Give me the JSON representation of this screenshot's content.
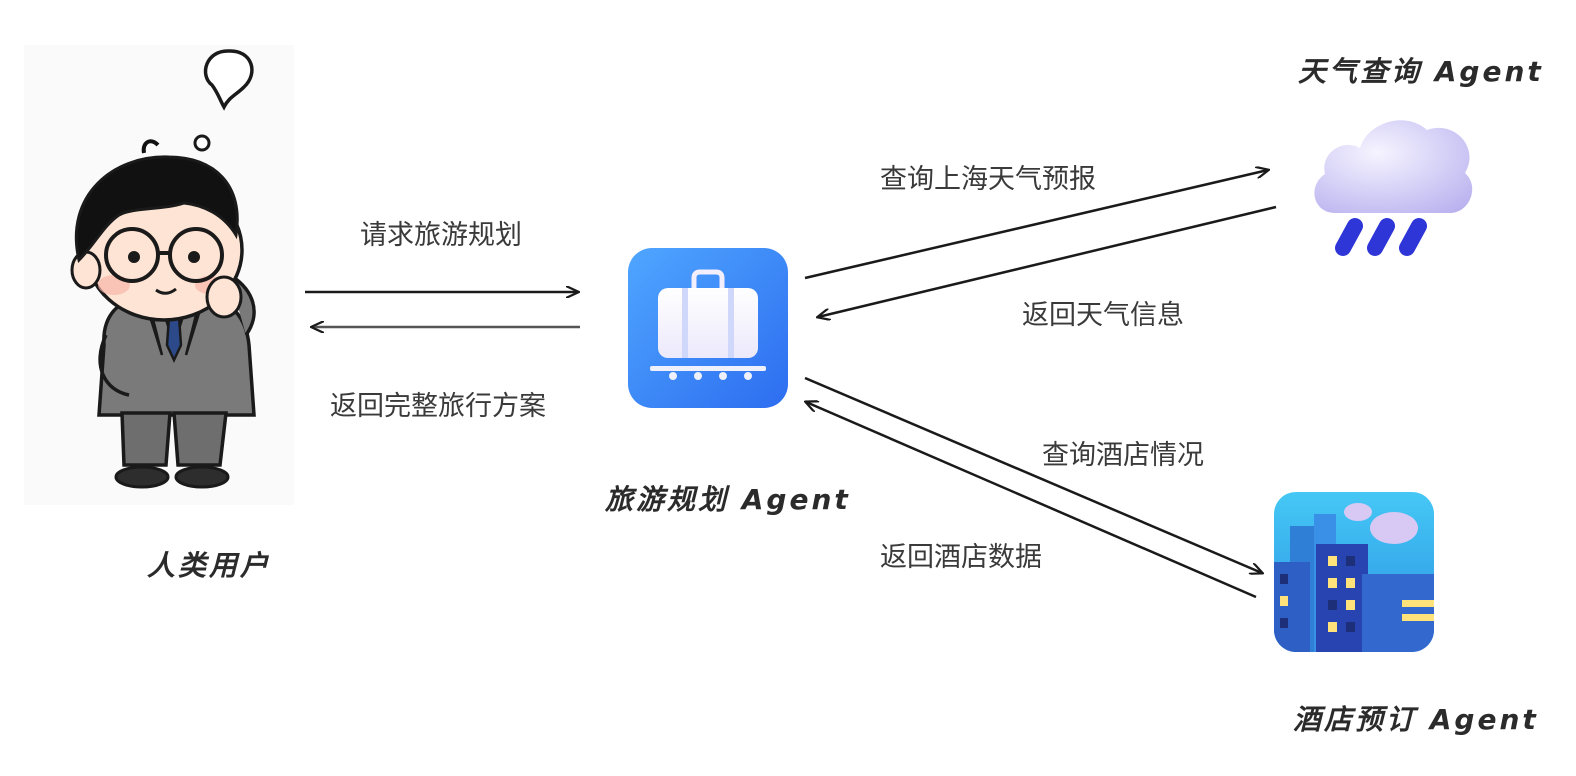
{
  "nodes": {
    "user": {
      "label": "人类用户"
    },
    "planner": {
      "label": "旅游规划 Agent"
    },
    "weather": {
      "label": "天气查询 Agent"
    },
    "hotel": {
      "label": "酒店预订 Agent"
    }
  },
  "edges": {
    "user_to_planner": "请求旅游规划",
    "planner_to_user": "返回完整旅行方案",
    "planner_to_weather": "查询上海天气预报",
    "weather_to_planner": "返回天气信息",
    "planner_to_hotel": "查询酒店情况",
    "hotel_to_planner": "返回酒店数据"
  },
  "icons": {
    "user": "thinking-person-illustration",
    "planner": "luggage-icon",
    "weather": "rain-cloud-icon",
    "hotel": "city-buildings-icon"
  },
  "colors": {
    "planner_icon": "#3b8cf6",
    "weather_cloud": "#c9c4f5",
    "weather_rain": "#2f36d8",
    "hotel_sky": "#3ab4ee",
    "arrow": "#1a1a1a"
  }
}
